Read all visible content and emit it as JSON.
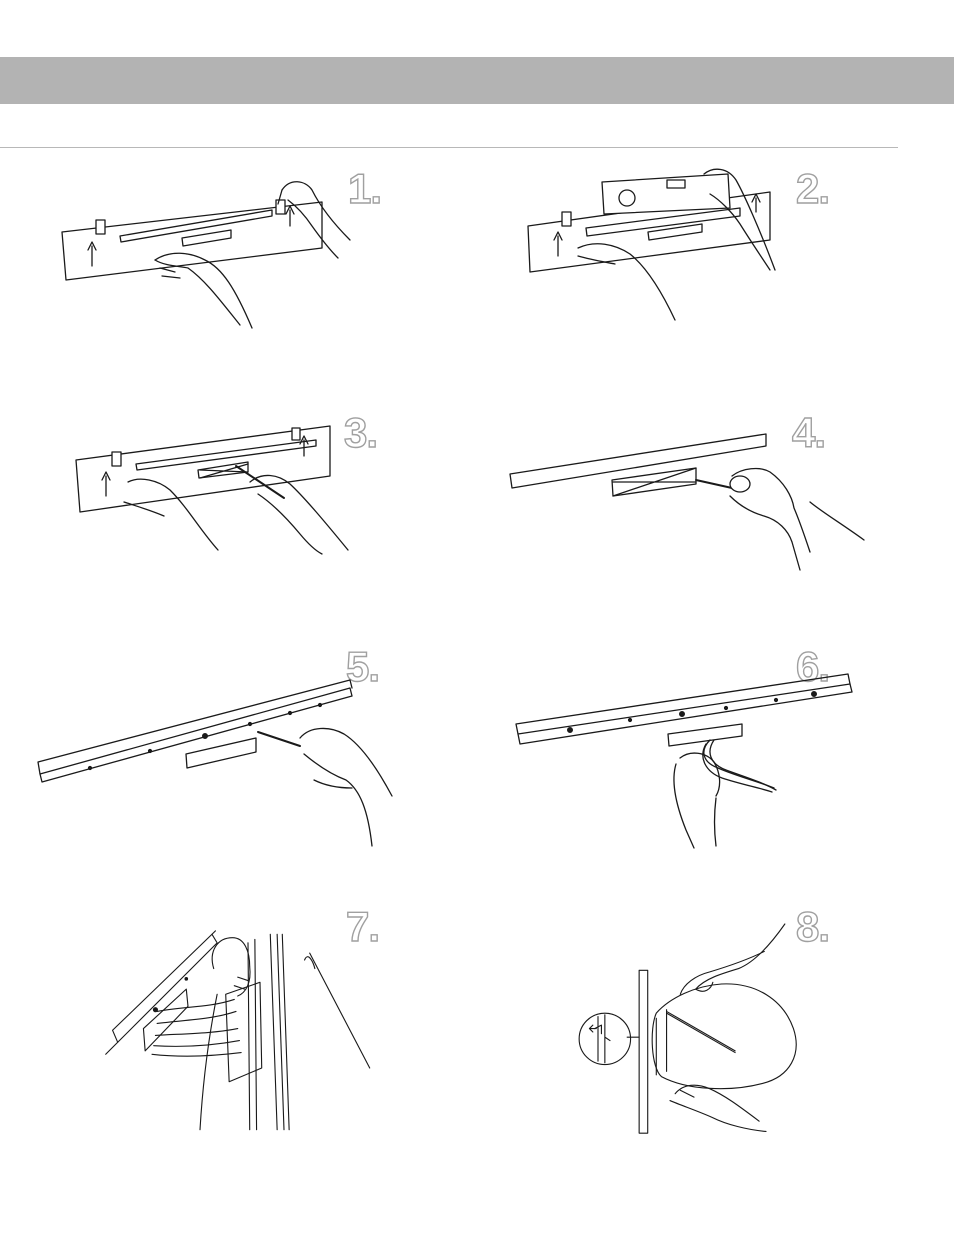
{
  "steps": [
    {
      "number": "1.",
      "illustration": "place-template-on-wall"
    },
    {
      "number": "2.",
      "illustration": "level-template"
    },
    {
      "number": "3.",
      "illustration": "mark-holes-through-template"
    },
    {
      "number": "4.",
      "illustration": "cut-opening-in-wall"
    },
    {
      "number": "5.",
      "illustration": "screw-bracket-to-wall"
    },
    {
      "number": "6.",
      "illustration": "pull-wires-through-opening"
    },
    {
      "number": "7.",
      "illustration": "connect-wires-to-terminals"
    },
    {
      "number": "8.",
      "illustration": "hang-speaker-on-bracket"
    }
  ]
}
